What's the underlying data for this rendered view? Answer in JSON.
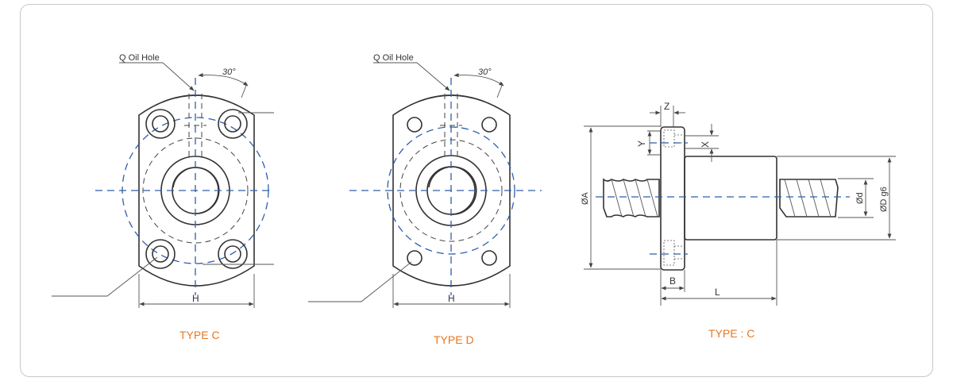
{
  "views": {
    "type_c": {
      "oil_hole_label": "Q Oil Hole",
      "angle_label": "30°",
      "width_label": "H",
      "title": "TYPE C"
    },
    "type_d": {
      "oil_hole_label": "Q Oil Hole",
      "angle_label": "30°",
      "width_label": "H",
      "title": "TYPE D"
    },
    "side": {
      "z_label": "Z",
      "y_label": "Y",
      "x_label": "X",
      "a_label": "ØA",
      "d_label": "Ød",
      "D_label": "ØD g6",
      "b_label": "B",
      "l_label": "L",
      "title": "TYPE : C"
    }
  },
  "colors": {
    "title": "#e87722",
    "centerline": "#2f5fa8",
    "line": "#333333"
  }
}
